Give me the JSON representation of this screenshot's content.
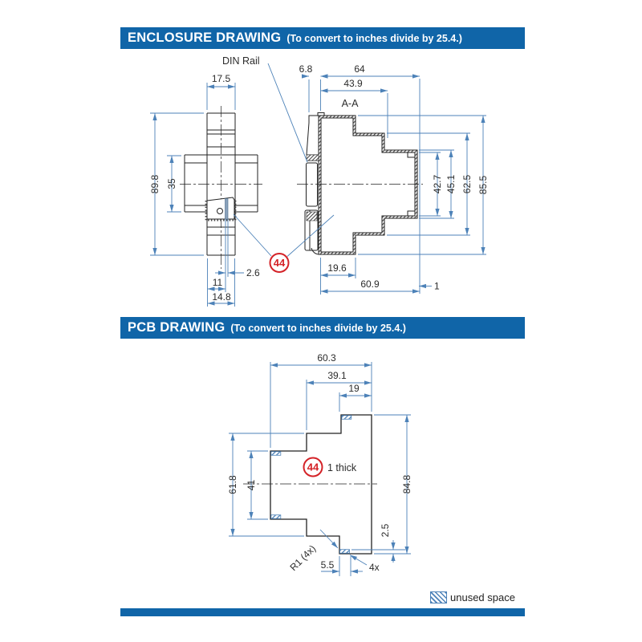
{
  "page": {
    "header1": {
      "title": "ENCLOSURE DRAWING",
      "subtitle": "(To convert to inches divide by 25.4.)"
    },
    "header2": {
      "title": "PCB DRAWING",
      "subtitle": "(To convert to inches divide by 25.4.)"
    },
    "legend": {
      "label": "unused space",
      "swatch_icon": "hatch-swatch"
    },
    "colors": {
      "header_blue": "#1065a8",
      "dimension_blue": "#4d82b8",
      "balloon_red": "#d42328",
      "line_dark": "#222222"
    }
  },
  "enclosure": {
    "labels": {
      "din_rail": "DIN Rail",
      "section": "A-A",
      "balloon": "44"
    },
    "dims": {
      "module_width": "17.5",
      "overall_height": "89.8",
      "flange_height": "35",
      "rib": "2.6",
      "bottom_w1": "11",
      "bottom_w2": "14.8",
      "rail_offset": "6.8",
      "overall_depth": "64",
      "front_depth": "43.9",
      "slot_height": "42.7",
      "inner_height": "45.1",
      "step_height": "62.5",
      "body_height": "85.5",
      "foot_depth": "19.6",
      "body_depth": "60.9",
      "wall": "1"
    }
  },
  "pcb": {
    "labels": {
      "balloon": "44",
      "thickness": "1 thick",
      "corner_radius": "R1 (4x)",
      "pad_count": "4x"
    },
    "dims": {
      "overall_width": "60.3",
      "mid_width": "39.1",
      "top_width": "19",
      "left_height": "61.8",
      "notch_height": "41",
      "overall_height": "84.8",
      "pad_height": "2.5",
      "pad_width": "5.5"
    }
  }
}
